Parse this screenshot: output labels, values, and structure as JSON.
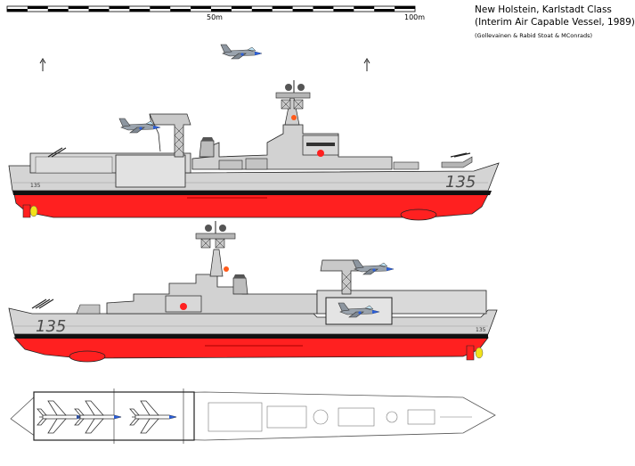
{
  "title": {
    "line1": "New Holstein, Karlstadt Class",
    "line2": "(Interim Air Capable Vessel, 1989)",
    "credits": "(Gollevainen & Rabid Stoat & MConrads)"
  },
  "scale": {
    "mid_label": "50m",
    "end_label": "100m"
  },
  "pennant": {
    "large": "135",
    "small": "135"
  },
  "colors": {
    "hull_grey": "#d4d4d4",
    "antifouling_red": "#ff2020",
    "boot_top": "#000000",
    "aircraft_blue": "#2c5fd8",
    "propeller_yellow": "#f2e21a"
  }
}
